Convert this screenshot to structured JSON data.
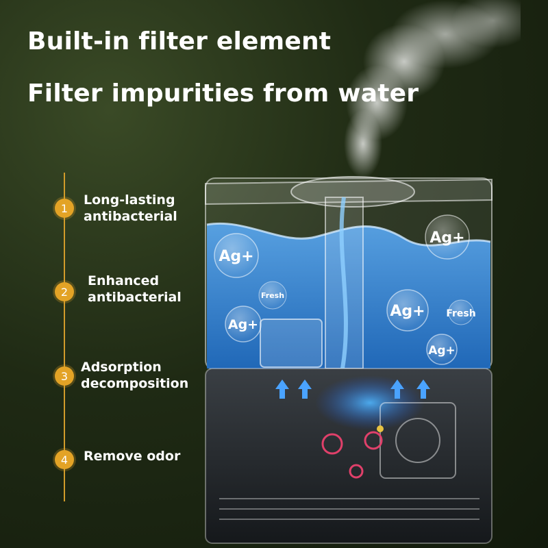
{
  "headline": {
    "line1": "Built-in filter element",
    "line2": "Filter impurities from water"
  },
  "steps": [
    {
      "number": "1",
      "label": "Long-lasting\nantibacterial"
    },
    {
      "number": "2",
      "label": "Enhanced\nantibacterial"
    },
    {
      "number": "3",
      "label": "Adsorption\ndecomposition"
    },
    {
      "number": "4",
      "label": "Remove odor"
    }
  ],
  "tank_labels": {
    "ag": "Ag+",
    "fresh": "Fresh"
  },
  "colors": {
    "accent": "#e3a326",
    "water": "#3b8ee0"
  }
}
